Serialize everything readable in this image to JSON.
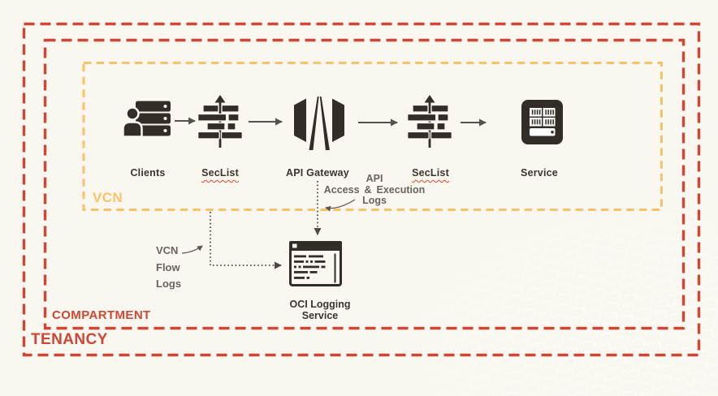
{
  "diagram": {
    "background_color": "#FAF7F1",
    "regions": {
      "tenancy": {
        "label": "TENANCY",
        "color": "#CF4632",
        "border_style": "dashed"
      },
      "compartment": {
        "label": "COMPARTMENT",
        "color": "#CF4632",
        "border_style": "dashed"
      },
      "vcn": {
        "label": "VCN",
        "color": "#F8C368",
        "border_style": "dashed"
      }
    },
    "nodes": {
      "clients": {
        "label": "Clients",
        "icon": "user-servers-icon"
      },
      "seclist1": {
        "label": "SecList",
        "icon": "firewall-seclist-icon"
      },
      "api_gateway": {
        "label": "API Gateway",
        "icon": "api-gateway-hexagon-icon"
      },
      "seclist2": {
        "label": "SecList",
        "icon": "firewall-seclist-icon"
      },
      "service": {
        "label": "Service",
        "icon": "server-rack-icon"
      },
      "oci_logging": {
        "line1": "OCI Logging",
        "line2": "Service",
        "icon": "log-terminal-window-icon"
      }
    },
    "annotations": {
      "vcn_flow_logs": {
        "line1": "VCN",
        "line2": "Flow",
        "line3": "Logs"
      },
      "api_logs": {
        "line1": "API",
        "line2": "Access & Execution",
        "line3": "Logs"
      }
    },
    "connector_colors": {
      "solid_arrow": "#55514C",
      "dotted_line": "#4D4843"
    },
    "icon_color": "#332D28"
  }
}
